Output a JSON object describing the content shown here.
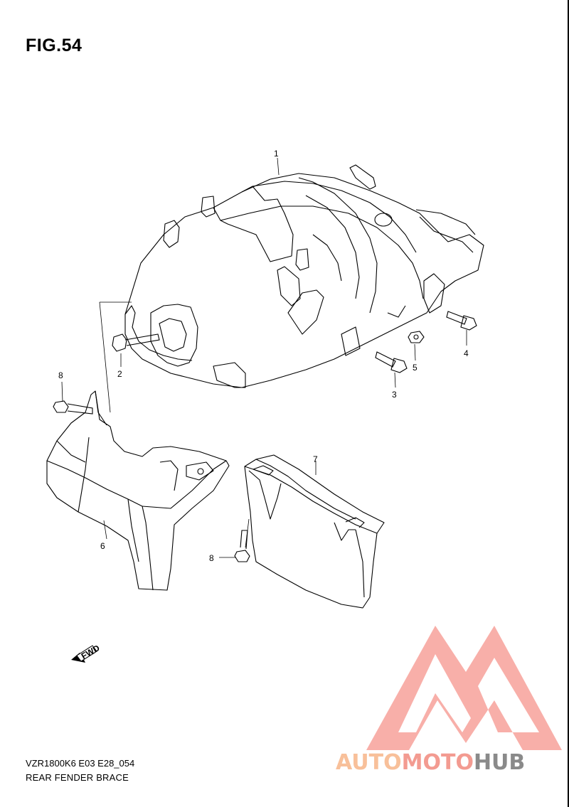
{
  "figure": {
    "title": "FIG.54"
  },
  "footer": {
    "code": "VZR1800K6 E03 E28_054",
    "caption": "REAR FENDER BRACE"
  },
  "callouts": [
    {
      "id": "1",
      "label": "1"
    },
    {
      "id": "2",
      "label": "2"
    },
    {
      "id": "3",
      "label": "3"
    },
    {
      "id": "4",
      "label": "4"
    },
    {
      "id": "5",
      "label": "5"
    },
    {
      "id": "6",
      "label": "6"
    },
    {
      "id": "7",
      "label": "7"
    },
    {
      "id": "8a",
      "label": "8"
    },
    {
      "id": "8b",
      "label": "8"
    }
  ],
  "fwd_arrow": {
    "label": "FWD"
  },
  "watermark": {
    "part1": "AUTO",
    "part2": "MOTO",
    "part3": "HUB",
    "colors": {
      "auto": "#f8c09a",
      "moto": "#f39b91",
      "hub": "#8a8a8a",
      "logo": "#f7a6a0"
    }
  }
}
